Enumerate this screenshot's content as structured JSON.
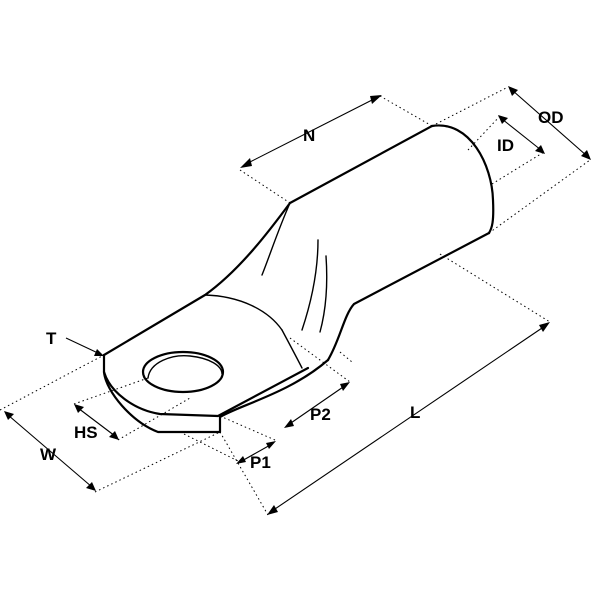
{
  "labels": {
    "n": "N",
    "od": "OD",
    "id": "ID",
    "t": "T",
    "hs": "HS",
    "w": "W",
    "p1": "P1",
    "p2": "P2",
    "l": "L"
  },
  "colors": {
    "line": "#000000",
    "background": "#ffffff"
  }
}
